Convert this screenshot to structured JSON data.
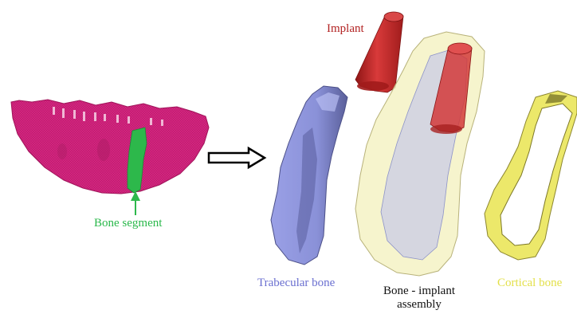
{
  "labels": {
    "implant": "Implant",
    "bone_segment": "Bone segment",
    "trabecular": "Trabecular bone",
    "assembly": "Bone - implant assembly",
    "cortical": "Cortical bone"
  },
  "colors": {
    "mandible": "#d4257f",
    "segment": "#2db84b",
    "implant": "#c62b2b",
    "trabecular": "#8e95de",
    "cortical": "#ece86a",
    "arrow": "#000000"
  }
}
